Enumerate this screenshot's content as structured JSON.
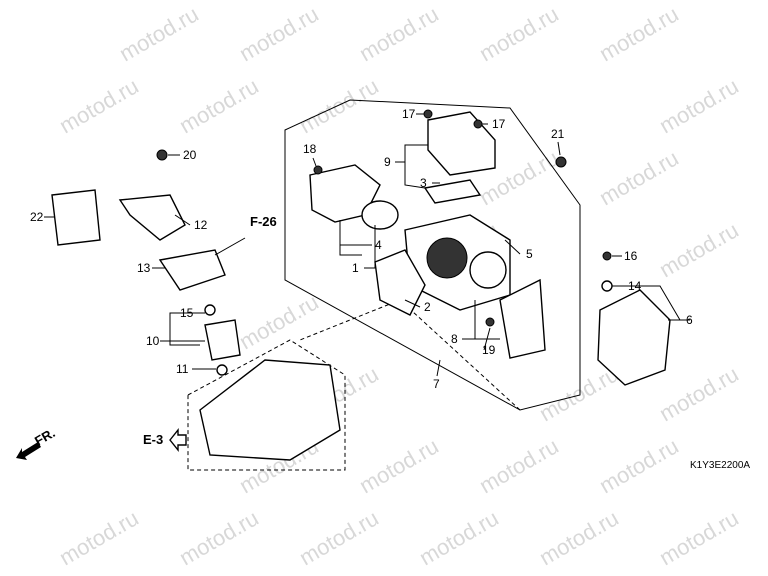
{
  "watermark": "motod.ru",
  "diagram_code": "K1Y3E2200A",
  "labels": {
    "p17a": "17",
    "p17b": "17",
    "p21": "21",
    "p9": "9",
    "p3": "3",
    "p18": "18",
    "p20": "20",
    "p22": "22",
    "p12": "12",
    "p4": "4",
    "p5": "5",
    "p1": "1",
    "p13": "13",
    "p16": "16",
    "p14": "14",
    "p2": "2",
    "p15": "15",
    "p6": "6",
    "p10": "10",
    "p8": "8",
    "p19": "19",
    "p11": "11",
    "p7": "7"
  },
  "refs": {
    "f26": "F-26",
    "e3": "E-3",
    "fr": "FR."
  }
}
